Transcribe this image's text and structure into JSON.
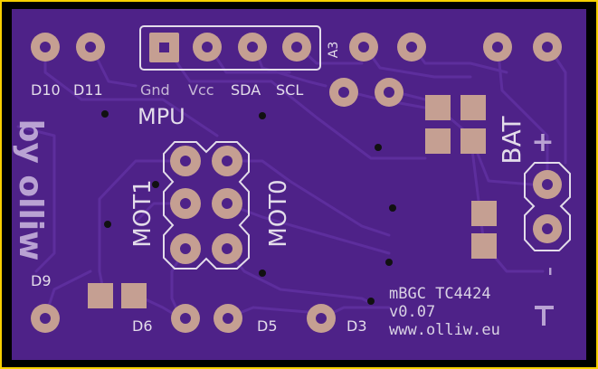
{
  "board": {
    "mpu_pins": [
      "Gnd",
      "Vcc",
      "SDA",
      "SCL"
    ],
    "mpu_label": "MPU",
    "a3_label": "A3",
    "top_left_labels": [
      "D10",
      "D11"
    ],
    "bat_label": "BAT",
    "bat_plus": "+",
    "bat_minus": "-",
    "mot1_label": "MOT1",
    "mot0_label": "MOT0",
    "side_text": "by olliw",
    "bottom_labels": {
      "d9": "D9",
      "d6": "D6",
      "d5": "D5",
      "d3": "D3"
    },
    "product_lines": [
      "mBGC TC4424",
      "v0.07",
      "www.olliw.eu"
    ]
  },
  "colors": {
    "background": "#000000",
    "pcb": "#4e2288",
    "trace": "#5d2e9d",
    "pad": "#c59f92",
    "silkscreen": "#e3dcea",
    "outline": "#f7d000"
  }
}
